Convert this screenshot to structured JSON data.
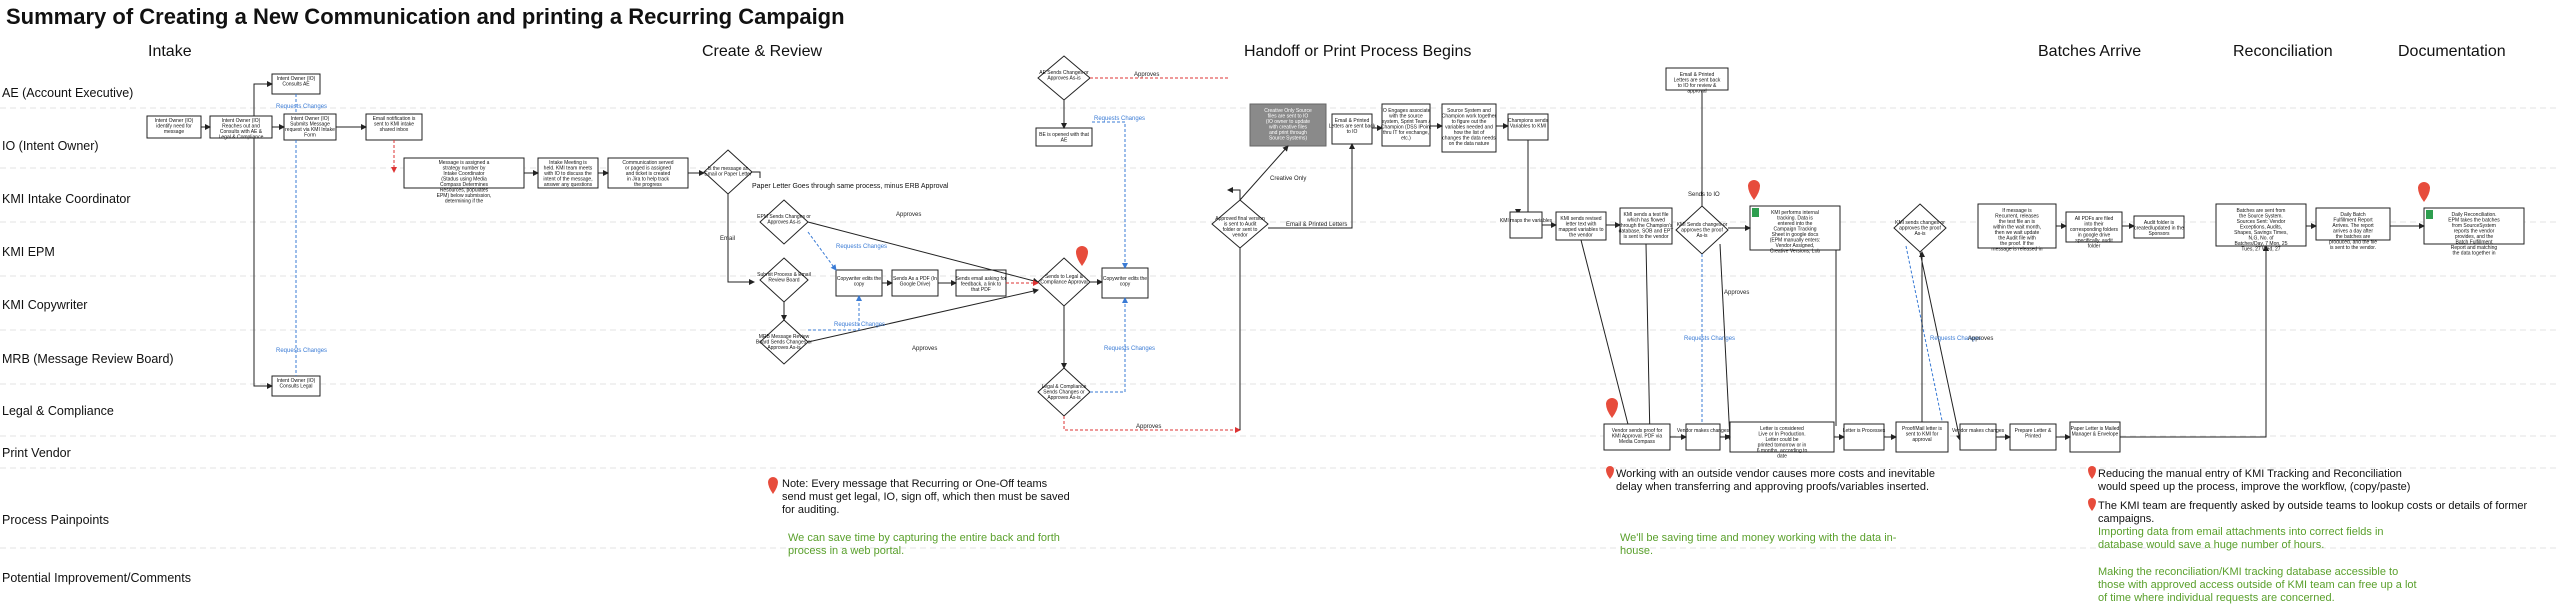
{
  "title": "Summary of Creating a New Communication and printing a Recurring Campaign",
  "phases": [
    "Intake",
    "Create & Review",
    "Handoff or Print Process Begins",
    "Batches Arrive",
    "Reconciliation",
    "Documentation"
  ],
  "lanes": [
    "AE (Account Executive)",
    "IO (Intent Owner)",
    "KMI Intake Coordinator",
    "KMI EPM",
    "KMI Copywriter",
    "MRB (Message Review Board)",
    "Legal & Compliance",
    "Print Vendor",
    "Process Painpoints",
    "Potential Improvement/Comments"
  ],
  "labels": {
    "requests_changes": "Requests Changes",
    "approves": "Approves",
    "email": "Email",
    "creative_only": "Creative Only",
    "email_printed": "Email & Printed Letters",
    "sends_to_io": "Sends to IO",
    "paper_letter_note": "Paper Letter Goes through same process, minus ERB Approval"
  },
  "nodes": {
    "n1": "Intent Owner (IO) identify need for message",
    "n2": "Intent Owner (IO) Reaches out and Consults with AE & Legal & Compliance",
    "n3": "Intent Owner (IO) Consults AE",
    "n4": "Intent Owner (IO) Submits Message request via KMI Intake Form",
    "n5": "Email notification is sent to KMI intake shared inbox",
    "n6": "Intent Owner (IO) Consults Legal",
    "n7": "Message is assigned a strategy number by Intake Coordinator (Stadus using Media Compass Determines Resources, populates EPM) below submission, determining if the message is Creative Only (EM, DM or BOTH)",
    "n8": "Intake Meeting is held. KMI team meets with IO to discuss the intent of the message, answer any questions",
    "n9": "Communication served or paged is assigned and ticket is created in Jira to help track the progress",
    "n10": "Is the message an Email or Paper Letter",
    "n11": "EPM Sends Changes or Approves As-is",
    "n12": "Submit Process & Email Review Board",
    "n13": "MRB Message Review Board Sends Changes or Approves As-is",
    "n14": "Copywriter edits the copy",
    "n15": "Sends As a PDF (In Google Drive)",
    "n16": "Sends email asking for feedback, a link to that PDF",
    "n17": "Sends to Legal & Compliance Approval",
    "n18": "Copywriter edits the copy",
    "n19": "Legal & Compliance Sends Changes or Approves As-is",
    "n20": "AE Sends Changes or Approves As-is",
    "n21": "BE is opened with that AE",
    "n22": "Approved final version is sent to Audit folder or sent to vendor",
    "n23": "Creative Only Source files are sent to IO (IO owner to update with creative files and print through Source Systems)",
    "n24": "Email & Printed Letters are sent back to IO",
    "n25": "IO Engages associate with the source system, Sprint Team / Champion (DSS IPoint thru IT for exchange, etc.)",
    "n26": "Source System and Champion work together to figure out the variables needed and how the list of changes the data needs on the data nature",
    "n27": "Champions sends Variables to KMI",
    "n28": "Email & Printed Letters are sent back to IO for review & approval",
    "n29": "KMI maps the variables",
    "n30": "KMI sends revised letter text with mapped variables to the vendor",
    "n31": "KMI sends a test file which has flowed through the Champion's database, SOB and EPT is sent to the vendor",
    "n32": "KMI Sends changes or approves the proof As-is",
    "n33": "KMI performs internal tracking. Data is entered into the Campaign Tracking Sheet in google docs (EPM manually enters: Vendor Assigned, Creative Versions, Lob Approval Date, Campaign Drop Date, Notes, Changes Comes (if Campaign was EM or DM or both), plus any additional boxes)",
    "n34": "KMI sends changes or approves the proof As-is",
    "n35": "If message is Recurrent, releases the test file an is within the wait month, then we wait update the Audit file with the proof. If the message is released in 6 months or longer, we don't update the Audit folder",
    "n36": "All PDFs are filed into their corresponding folders in google drive specifically, audit folder",
    "n37": "Audit folder is created/updated in the Sponsors",
    "n38": "Batches are sent from the Source System. Sources Sent: Vendor Exceptions, Audits, Shapes, Savings Times, N,G, No. of Batches/Day, 7 Mon, 25 Tues, 27 Wed, 27 Thurs, 27 Fri, 27 Sat, 27 Sun",
    "n39": "Daily Batch Fulfillment Report Arrives. The report arrives a day after the batches are produced, and the file is sent to the vendor.",
    "n40": "Daily Reconciliation. EPM takes the batches from SourceSystem reports the vendor provides, and the Batch Fulfillment Report and matching the data together in one document",
    "n41": "Vendor sends proof for KMI Approval. PDF via Media Compass",
    "n42": "Vendor makes changes",
    "n43": "Letter is considered Live or In Production. Letter could be printed tomorrow or in 6 months, according to date",
    "n44": "Letter is Processes",
    "n45": "Proof/Mail letter is sent to KMI for approval",
    "n46": "Vendor makes changes",
    "n47": "Prepare Letter & Printed",
    "n48": "Paper Letter is Mailed Manager & Envelope"
  },
  "painpoints": {
    "p1": "Note: Every message that Recurring or One-Off teams send must get legal, IO, sign off, which then must be saved for auditing.",
    "p2": "Working with an outside vendor causes more costs and inevitable delay when transferring and approving proofs/variables inserted.",
    "p3": "Reducing the manual entry of KMI Tracking and Reconciliation would speed up the process, improve the workflow, (copy/paste)",
    "p4": "The KMI team are frequently asked by outside teams to lookup costs or details of former campaigns."
  },
  "improvements": {
    "i1": "We can save time by capturing the entire back and forth process in a web portal.",
    "i2": "We'll be saving time and money working with the data in-house.",
    "i3": "Importing data from email attachments into correct fields in database would save a huge number of hours.",
    "i4": "Making the reconciliation/KMI tracking database accessible to those with approved access outside of KMI team can free up a lot of time where individual requests are concerned."
  },
  "colors": {
    "alert": "#e74c3c",
    "improvement": "#5aa02c",
    "link": "#3a7bd5",
    "doc": "#2e9e4f",
    "grey_box": "#8a8a8a"
  }
}
